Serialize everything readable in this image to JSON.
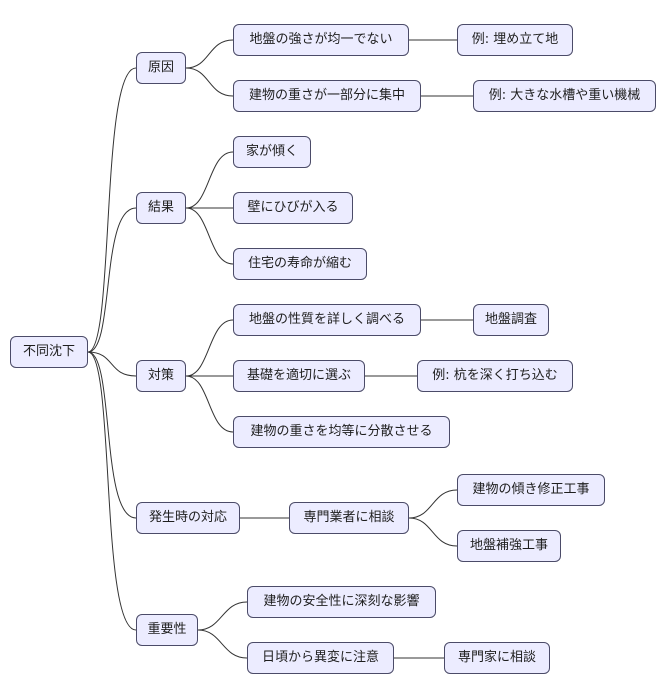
{
  "colors": {
    "node_fill": "#ececff",
    "node_border": "#4b4b68",
    "edge": "#333333"
  },
  "root": {
    "label": "不同沈下",
    "children": [
      {
        "label": "原因",
        "children": [
          {
            "label": "地盤の強さが均一でない",
            "children": [
              {
                "label": "例: 埋め立て地"
              }
            ]
          },
          {
            "label": "建物の重さが一部分に集中",
            "children": [
              {
                "label": "例: 大きな水槽や重い機械"
              }
            ]
          }
        ]
      },
      {
        "label": "結果",
        "children": [
          {
            "label": "家が傾く"
          },
          {
            "label": "壁にひびが入る"
          },
          {
            "label": "住宅の寿命が縮む"
          }
        ]
      },
      {
        "label": "対策",
        "children": [
          {
            "label": "地盤の性質を詳しく調べる",
            "children": [
              {
                "label": "地盤調査"
              }
            ]
          },
          {
            "label": "基礎を適切に選ぶ",
            "children": [
              {
                "label": "例: 杭を深く打ち込む"
              }
            ]
          },
          {
            "label": "建物の重さを均等に分散させる"
          }
        ]
      },
      {
        "label": "発生時の対応",
        "children": [
          {
            "label": "専門業者に相談",
            "children": [
              {
                "label": "建物の傾き修正工事"
              },
              {
                "label": "地盤補強工事"
              }
            ]
          }
        ]
      },
      {
        "label": "重要性",
        "children": [
          {
            "label": "建物の安全性に深刻な影響"
          },
          {
            "label": "日頃から異変に注意",
            "children": [
              {
                "label": "専門家に相談"
              }
            ]
          }
        ]
      }
    ]
  }
}
